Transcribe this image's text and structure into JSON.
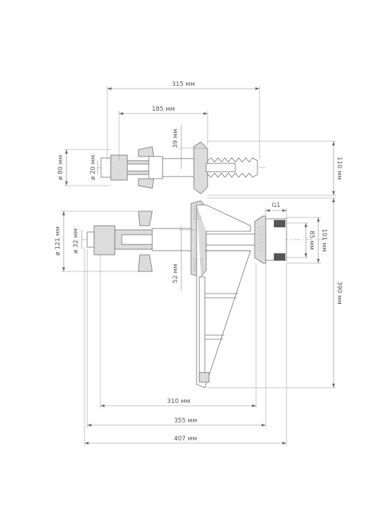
{
  "dimensions": {
    "d315": "315 мм",
    "d185": "185 мм",
    "d39": "39 мм",
    "d110": "110 мм",
    "d80": "ø 80 мм",
    "d20": "ø 20 мм",
    "g1": "G1",
    "d121": "ø 121 мм",
    "d32": "ø 32 мм",
    "d101": "101 мм",
    "d85": "85 мм",
    "d52": "52 мм",
    "d390": "390 мм",
    "d310": "310 мм",
    "d355": "355 мм",
    "d407": "407 мм"
  },
  "colors": {
    "line": "#6a6a6a",
    "fill_grey": "#dcdcdc",
    "dark_insert": "#555555"
  }
}
